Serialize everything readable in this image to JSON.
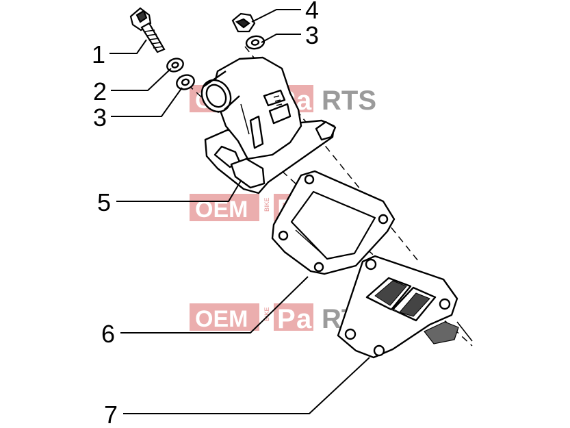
{
  "callouts": [
    {
      "id": "1",
      "label": "1"
    },
    {
      "id": "2",
      "label": "2"
    },
    {
      "id": "3a",
      "label": "3"
    },
    {
      "id": "4",
      "label": "4"
    },
    {
      "id": "3b",
      "label": "3"
    },
    {
      "id": "5",
      "label": "5"
    },
    {
      "id": "6",
      "label": "6"
    },
    {
      "id": "7",
      "label": "7"
    }
  ],
  "watermark": {
    "oem": "OEM",
    "bike": "BIKE",
    "parts_p": "P",
    "parts_a": "a",
    "parts_rts": "RTS",
    "color_red": "#e23a3a",
    "color_gray": "#8a8a8a"
  }
}
